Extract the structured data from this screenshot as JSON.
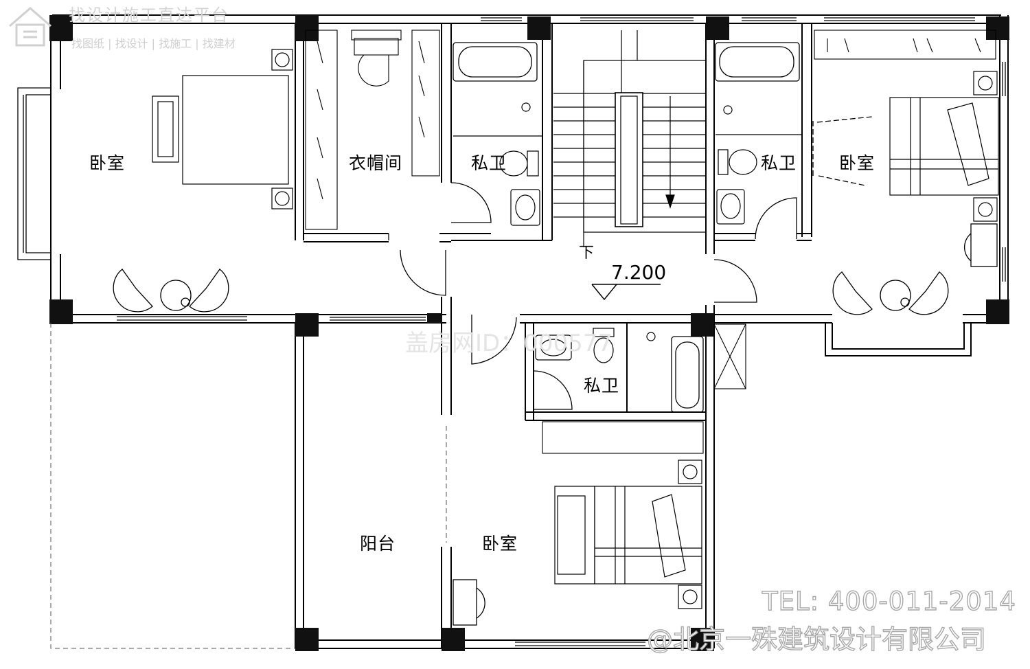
{
  "watermarks": {
    "platform": "找设计施工直达平台",
    "services": "找图纸 | 找设计 | 找施工 | 找建材",
    "plan_id": "盖房网ID：000577",
    "tel": "TEL: 400-011-2014",
    "company": "@北京一殊建筑设计有限公司"
  },
  "rooms": {
    "master_bedroom": "卧室",
    "closet": "衣帽间",
    "bath_1": "私卫",
    "bath_2": "私卫",
    "east_bedroom": "卧室",
    "bath_3": "私卫",
    "balcony": "阳台",
    "south_bedroom": "卧室"
  },
  "stair": {
    "direction": "下",
    "elevation": "7.200"
  }
}
